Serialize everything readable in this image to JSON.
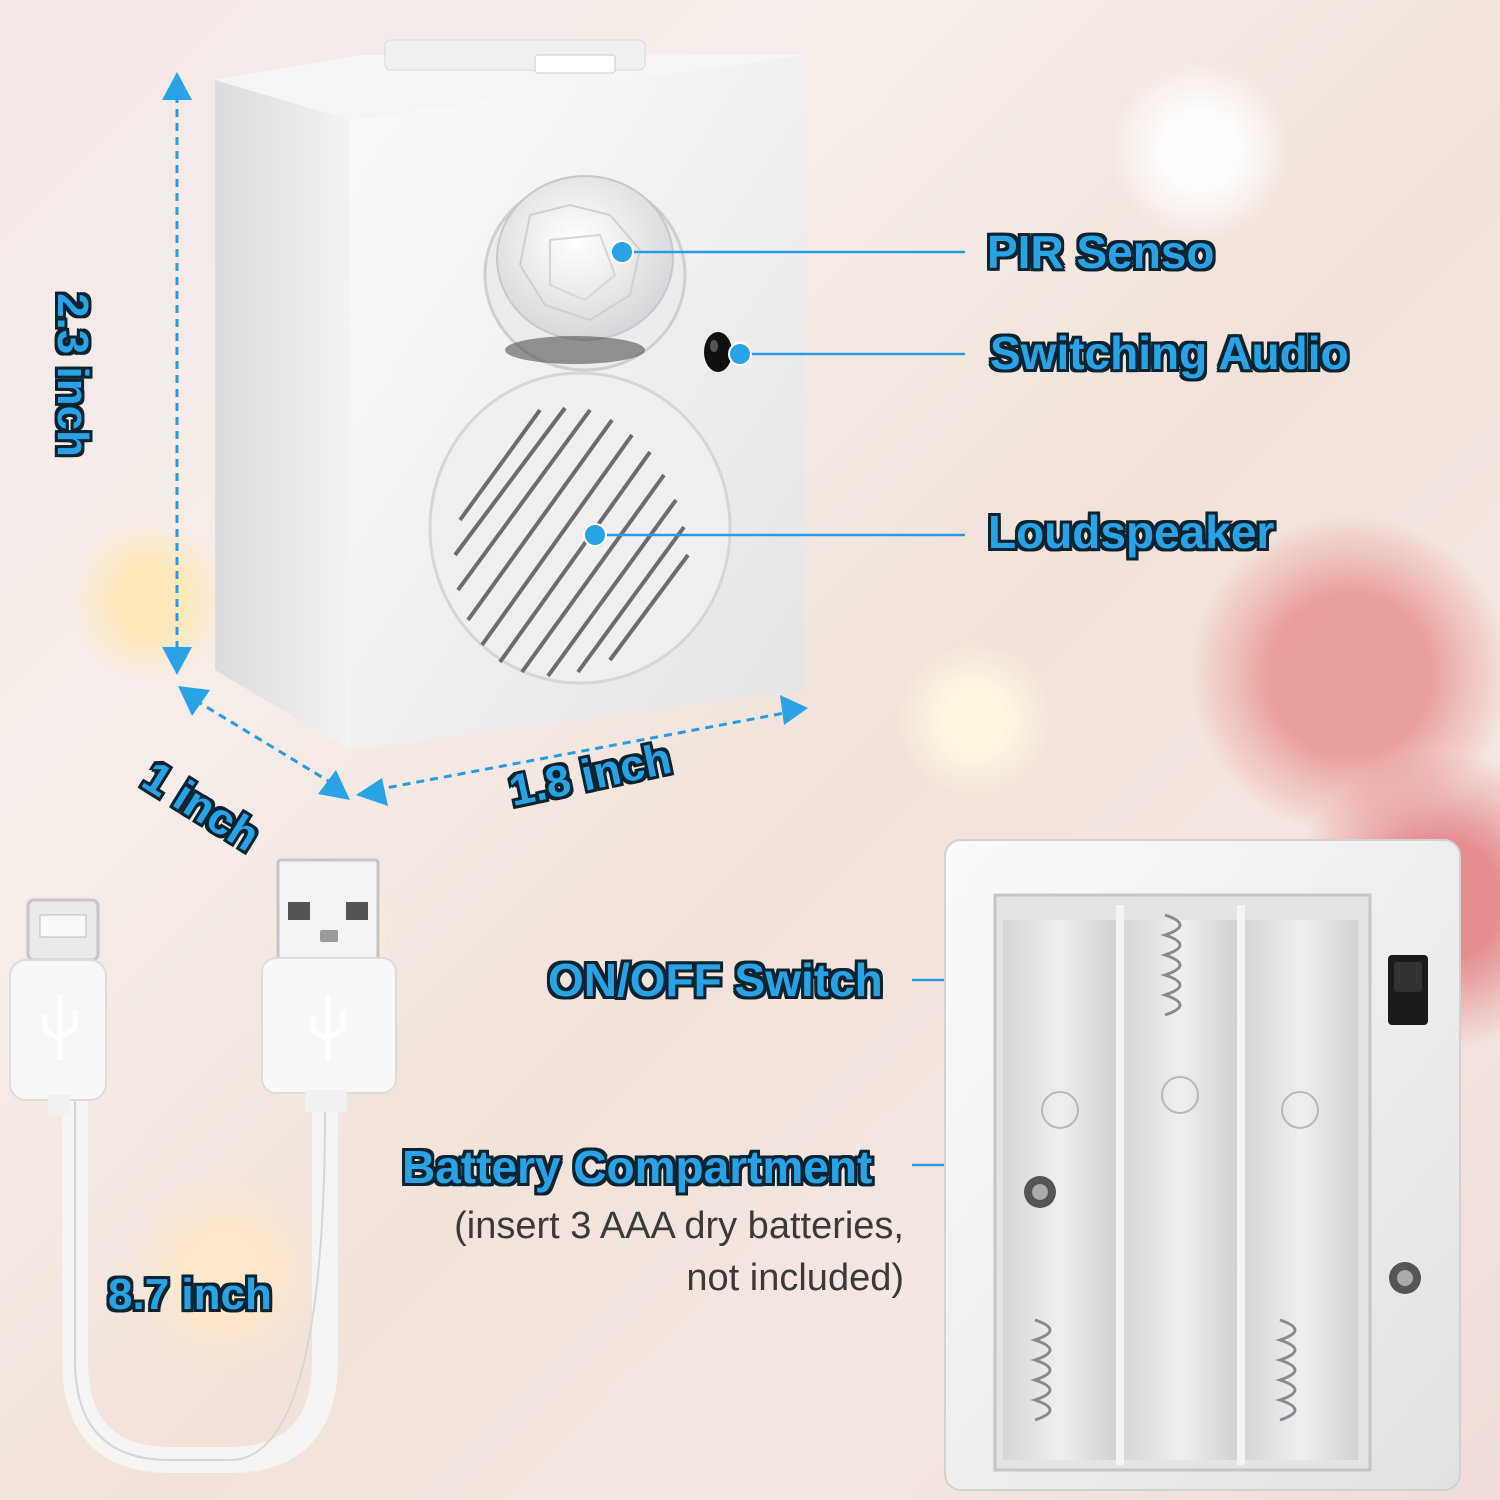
{
  "labels": {
    "pir_sensor": "PIR Senso",
    "switching_audio": "Switching Audio",
    "loudspeaker": "Loudspeaker",
    "on_off_switch": "ON/OFF Switch",
    "battery_compartment": "Battery Compartment",
    "battery_note_line1": "(insert 3 AAA dry batteries,",
    "battery_note_line2": "not included)"
  },
  "dimensions": {
    "height": "2.3 inch",
    "depth": "1 inch",
    "width": "1.8 inch",
    "cable_length": "8.7 inch"
  },
  "colors": {
    "accent": "#2aa3e6",
    "outline": "#0d2430",
    "body": "#f4f4f4"
  }
}
